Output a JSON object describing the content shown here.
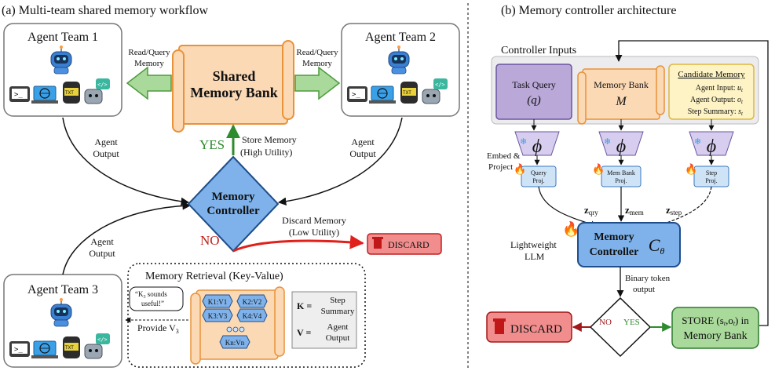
{
  "left": {
    "title": "(a) Multi-team shared memory workflow",
    "team1": "Agent Team 1",
    "team2": "Agent Team 2",
    "team3": "Agent Team 3",
    "read_query_1": "Read/Query",
    "read_query_2": "Memory",
    "shared_1": "Shared",
    "shared_2": "Memory Bank",
    "agent_output_1": "Agent",
    "agent_output_2": "Output",
    "yes": "YES",
    "store_1": "Store Memory",
    "store_2": "(High Utility)",
    "controller_1": "Memory",
    "controller_2": "Controller",
    "no": "NO",
    "discard_mem_1": "Discard Memory",
    "discard_mem_2": "(Low Utility)",
    "discard_btn": "DISCARD",
    "retrieval_title": "Memory Retrieval (Key-Value)",
    "bubble_1": "“K",
    "bubble_1_sub": "3",
    "bubble_1_rest": " sounds",
    "bubble_2": "useful!”",
    "provide": "Provide V",
    "provide_sub": "3",
    "kv_cells": [
      "K1:V1",
      "K2:V2",
      "K3:V3",
      "K4:V4"
    ],
    "kv_last": "Kn:Vn",
    "k_label": "K =",
    "k_desc_1": "Step",
    "k_desc_2": "Summary",
    "v_label": "V =",
    "v_desc_1": "Agent",
    "v_desc_2": "Output"
  },
  "right": {
    "title": "(b) Memory controller architecture",
    "inputs_title": "Controller Inputs",
    "task_query_1": "Task Query",
    "task_query_2": "(q)",
    "memory_bank_1": "Memory Bank",
    "memory_bank_2": "M",
    "candidate_title": "Candidate Memory",
    "cand_1": "Agent Input:",
    "cand_1_sym": "u",
    "cand_2": "Agent Output:",
    "cand_2_sym": "o",
    "cand_3": "Step Summary:",
    "cand_3_sym": "s",
    "phi": "ϕ",
    "embed_1": "Embed &",
    "embed_2": "Project",
    "proj_query_1": "Query",
    "proj_query_2": "Proj.",
    "proj_mem_1": "Mem Bank",
    "proj_mem_2": "Proj.",
    "proj_step_1": "Step",
    "proj_step_2": "Proj.",
    "z_qry": "z",
    "z_qry_sub": "qry",
    "z_mem": "z",
    "z_mem_sub": "mem",
    "z_step": "z",
    "z_step_sub": "step",
    "lightweight_1": "Lightweight",
    "lightweight_2": "LLM",
    "ctrl_1": "Memory",
    "ctrl_2": "Controller",
    "ctrl_sym": "C",
    "ctrl_sym_sub": "θ",
    "binary_1": "Binary token",
    "binary_2": "output",
    "no": "NO",
    "yes": "YES",
    "discard_btn": "DISCARD",
    "store_1": "STORE (s",
    "store_1b": ",o",
    "store_1c": ") in",
    "store_2": "Memory Bank",
    "t_sub": "t"
  },
  "colors": {
    "orange_fill": "#fbd9b5",
    "orange_stroke": "#e8923a",
    "blue_fill": "#7fb2ea",
    "purple_fill": "#b9a8d8",
    "yellow_fill": "#fdf3c4",
    "green_fill": "#a9d99b",
    "red_fill": "#f28d8d",
    "proj_fill": "#cfe3f7",
    "phi_fill": "#d7cdee"
  }
}
